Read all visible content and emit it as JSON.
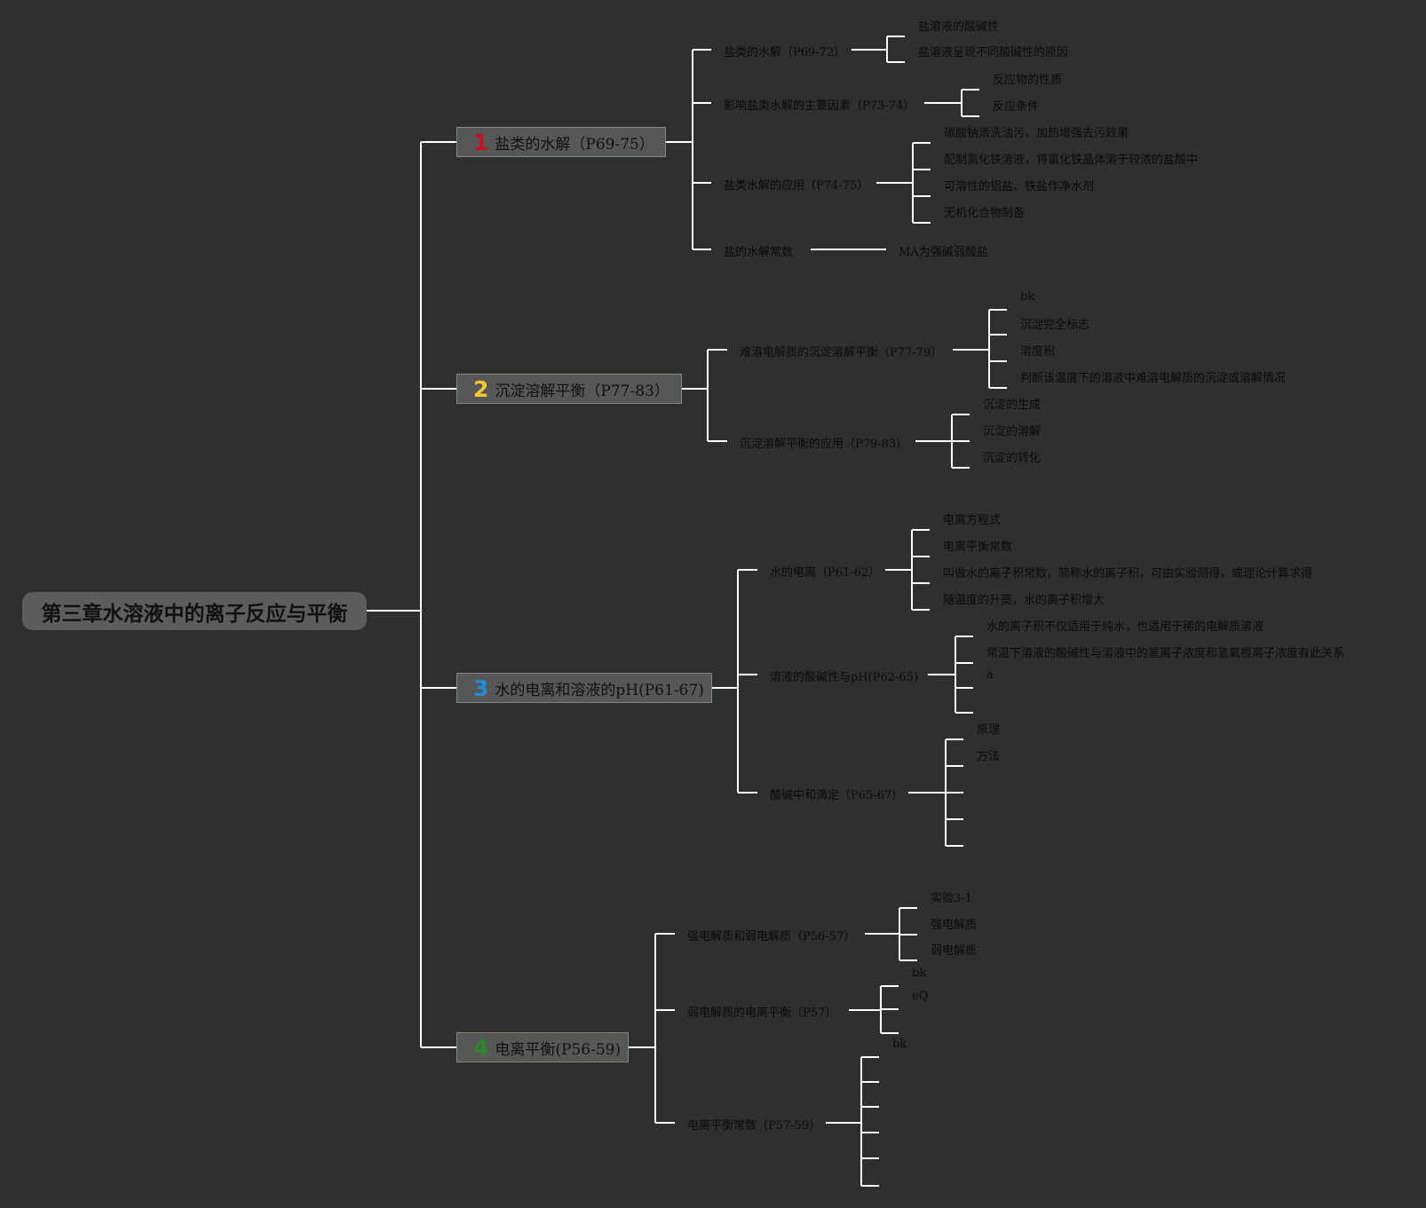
{
  "root": {
    "label": "第三章水溶液中的离子反应与平衡"
  },
  "colors": {
    "background": "#2f2f2f",
    "line": "#ffffff",
    "num1": "#c3141b",
    "num2": "#f0c832",
    "num3": "#1e8fd8",
    "num4": "#2a8a2a"
  },
  "branches": [
    {
      "num": "1",
      "label": "盐类的水解（P69-75）",
      "children": [
        {
          "label": "盐类的水解（P69-72）",
          "children": [
            "盐溶液的酸碱性",
            "盐溶液呈现不同酸碱性的原因"
          ]
        },
        {
          "label": "影响盐类水解的主要因素（P73-74）",
          "children": [
            "反应物的性质",
            "反应条件"
          ]
        },
        {
          "label": "盐类水解的应用（P74-75）",
          "children": [
            "碳酸钠清洗油污，加热增强去污效果",
            "配制氯化铁溶液，将氯化铁晶体溶于较浓的盐酸中",
            "可溶性的铝盐、铁盐作净水剂",
            "无机化合物制备"
          ]
        },
        {
          "label": "盐的水解常数",
          "children": [
            "MA为强碱弱酸盐"
          ]
        }
      ]
    },
    {
      "num": "2",
      "label": "沉淀溶解平衡（P77-83）",
      "children": [
        {
          "label": "难溶电解质的沉淀溶解平衡（P77-79）",
          "children": [
            "bk",
            "沉淀完全标志",
            "溶度积",
            "判断该温度下的溶液中难溶电解质的沉淀或溶解情况"
          ]
        },
        {
          "label": "沉淀溶解平衡的应用（P79-83）",
          "children": [
            "沉淀的生成",
            "沉淀的溶解",
            "沉淀的转化"
          ]
        }
      ]
    },
    {
      "num": "3",
      "label": "水的电离和溶液的pH(P61-67)",
      "children": [
        {
          "label": "水的电离（P61-62）",
          "children": [
            "电离方程式",
            "电离平衡常数",
            "叫做水的离子积常数，简称水的离子积，可由实验测得，或理论计算求得",
            "随温度的升高，水的离子积增大"
          ]
        },
        {
          "label": "溶液的酸碱性与pH(P62-65)",
          "children": [
            "水的离子积不仅适用于纯水，也适用于稀的电解质溶液",
            "常温下溶液的酸碱性与溶液中的氢离子浓度和氢氧根离子浓度有此关系",
            "a",
            ""
          ]
        },
        {
          "label": "酸碱中和滴定（P65-67）",
          "children": [
            "原理",
            "方法",
            "",
            "",
            ""
          ]
        }
      ]
    },
    {
      "num": "4",
      "label": "电离平衡(P56-59)",
      "children": [
        {
          "label": "强电解质和弱电解质（P56-57）",
          "children": [
            "实验3-1",
            "强电解质",
            "弱电解质"
          ]
        },
        {
          "label": "弱电解质的电离平衡（P57）",
          "children": [
            "bk",
            "eQ",
            ""
          ]
        },
        {
          "label": "电离平衡常数（P57-59）",
          "children": [
            "bk",
            "",
            "",
            "",
            "",
            ""
          ]
        }
      ]
    }
  ]
}
